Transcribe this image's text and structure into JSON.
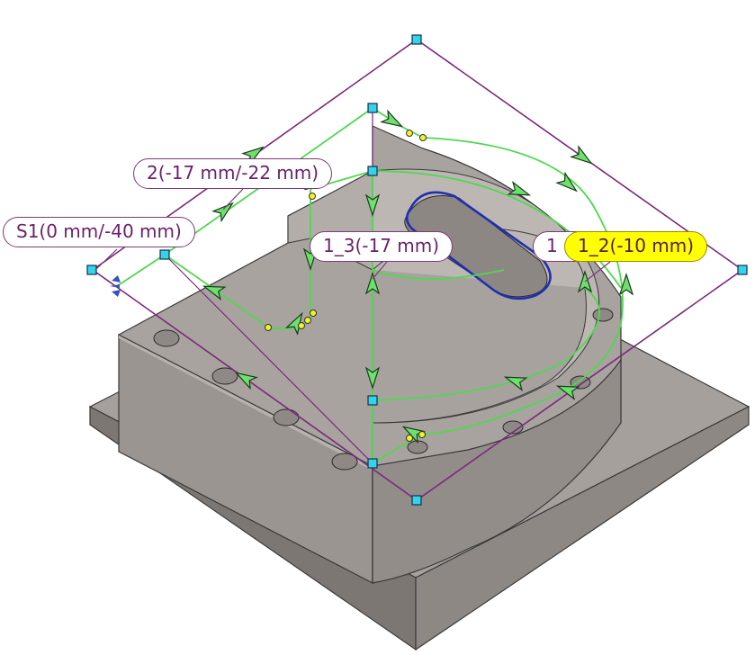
{
  "viewport": {
    "background": "#ffffff",
    "part_color": "#a39c99",
    "path_color": "#55dd55",
    "boundary_color": "#7a2a7a",
    "pocket_color": "#1f2fb0",
    "highlight_color": "#ffff00"
  },
  "labels": {
    "start_point": "S1(0 mm/-40 mm)",
    "point_2": "2(-17 mm/-22 mm)",
    "point_1_3": "1_3(-17 mm)",
    "point_1_hidden": "1",
    "point_1_2": "1_2(-10 mm)"
  },
  "icons": {
    "direction_arrow": "green-direction-arrow-icon",
    "grip": "cyan-square-grip-icon",
    "start": "blue-start-marker-icon",
    "vertex": "yellow-vertex-dot-icon"
  }
}
